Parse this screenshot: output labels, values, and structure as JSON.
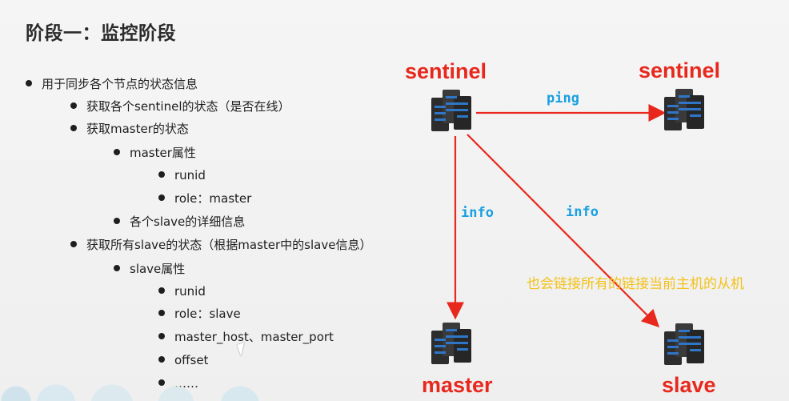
{
  "slide": {
    "title": "阶段一：监控阶段"
  },
  "bullets": [
    {
      "text": "用于同步各个节点的状态信息",
      "level": 1
    },
    {
      "text": "获取各个sentinel的状态（是否在线）",
      "level": 2
    },
    {
      "text": "获取master的状态",
      "level": 2
    },
    {
      "text": "master属性",
      "level": 3
    },
    {
      "text": "runid",
      "level": 4
    },
    {
      "text": "role：master",
      "level": 4
    },
    {
      "text": "各个slave的详细信息",
      "level": 3
    },
    {
      "text": "获取所有slave的状态（根据master中的slave信息）",
      "level": 2
    },
    {
      "text": "slave属性",
      "level": 3
    },
    {
      "text": "runid",
      "level": 4
    },
    {
      "text": "role：slave",
      "level": 4
    },
    {
      "text": "master_host、master_port",
      "level": 4
    },
    {
      "text": "offset",
      "level": 4
    },
    {
      "text": "……",
      "level": 4
    }
  ],
  "diagram": {
    "nodes": {
      "sentinel_left": "sentinel",
      "sentinel_right": "sentinel",
      "master": "master",
      "slave": "slave"
    },
    "edges": {
      "ping": "ping",
      "info_master": "info",
      "info_slave": "info"
    },
    "note": "也会链接所有的链接当前主机的从机"
  },
  "colors": {
    "node_label": "#e8281c",
    "edge_line": "#e8281c",
    "edge_label": "#18a0e0",
    "note_text": "#f2c21a",
    "server_dark": "#333333",
    "server_accent": "#2f76c9"
  },
  "icons": {
    "server_icon": "server-rack-icon",
    "cursor": "mouse-pointer-icon"
  }
}
